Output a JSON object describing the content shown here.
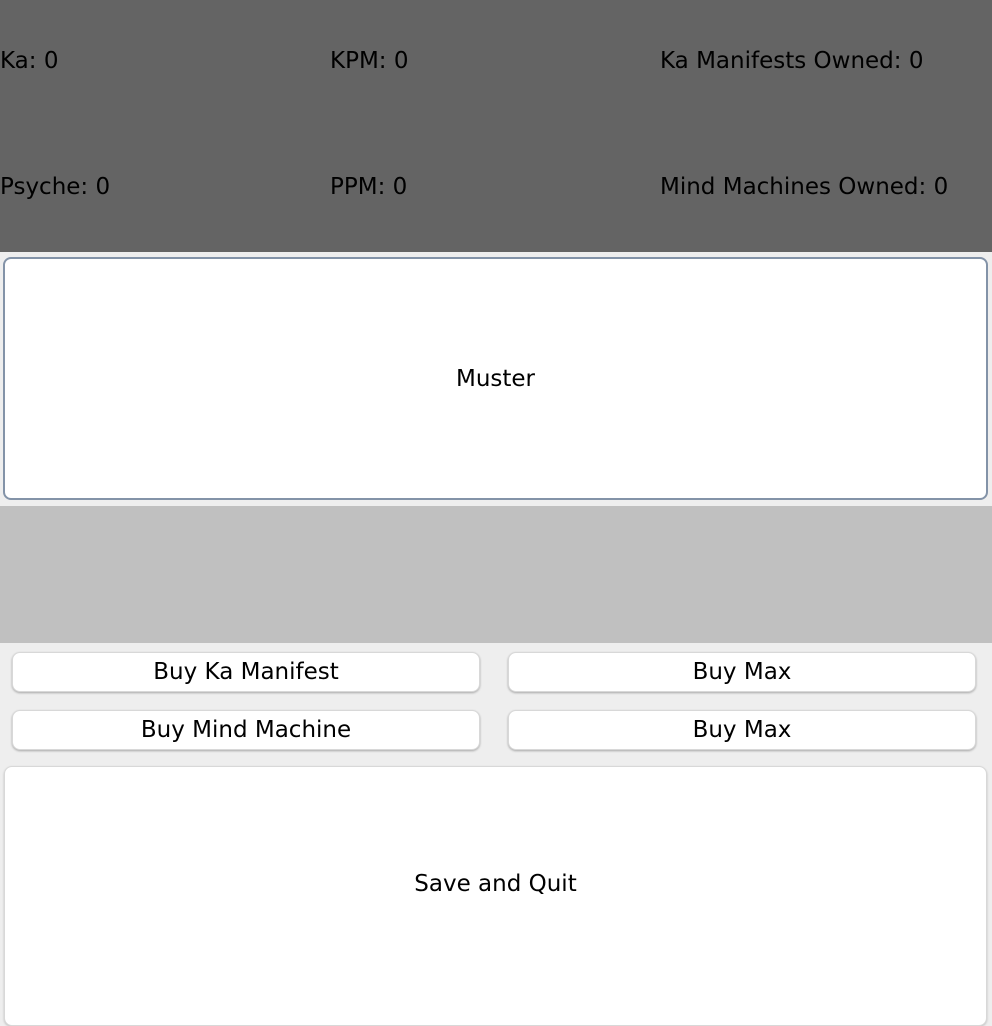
{
  "stats": {
    "ka": "Ka: 0",
    "kpm": "KPM: 0",
    "ka_manifests_owned": "Ka Manifests Owned: 0",
    "psyche": "Psyche: 0",
    "ppm": "PPM: 0",
    "mind_machines_owned": "Mind Machines Owned: 0"
  },
  "buttons": {
    "muster": "Muster",
    "buy_ka_manifest": "Buy Ka Manifest",
    "buy_ka_manifest_max": "Buy Max",
    "buy_mind_machine": "Buy Mind Machine",
    "buy_mind_machine_max": "Buy Max",
    "save_and_quit": "Save and Quit"
  }
}
